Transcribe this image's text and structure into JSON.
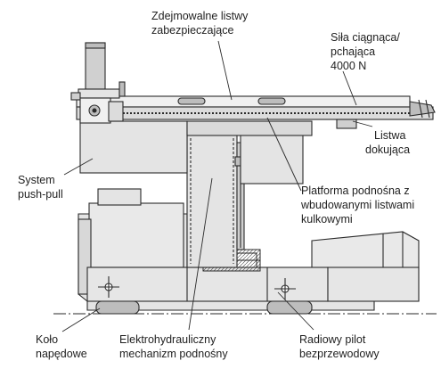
{
  "labels": {
    "guard_strips": [
      "Zdejmowalne listwy",
      "zabezpieczające"
    ],
    "force": [
      "Siła ciągnąca/",
      "pchająca",
      "4000 N"
    ],
    "docking_strip": [
      "Listwa",
      "dokująca"
    ],
    "system": [
      "System",
      "push-pull"
    ],
    "platform": [
      "Platforma podnośna z",
      "wbudowanymi listwami",
      "kulkowymi"
    ],
    "drive_wheel": [
      "Koło",
      "napędowe"
    ],
    "lift_mechanism": [
      "Elektrohydrauliczny",
      "mechanizm podnośny"
    ],
    "remote": [
      "Radiowy pilot",
      "bezprzewodowy"
    ]
  },
  "colors": {
    "line": "#2a2a2a",
    "body_fill": "#e4e4e4",
    "dark_fill": "#c9c9c9",
    "light_fill": "#f0f0f0",
    "text": "#222222"
  }
}
